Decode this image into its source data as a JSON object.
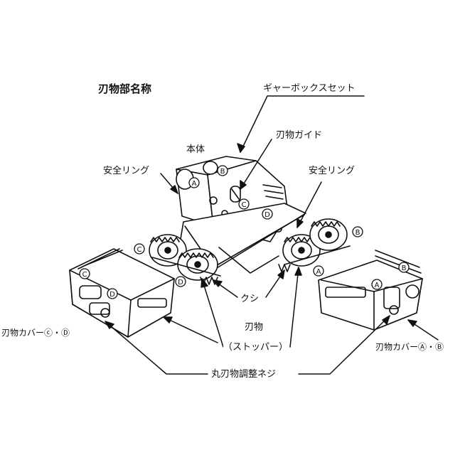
{
  "title": "刃物部名称",
  "labels": {
    "gearbox_set": "ギャーボックスセット",
    "body": "本体",
    "blade_guide": "刃物ガイド",
    "safety_ring_left": "安全リング",
    "safety_ring_right": "安全リング",
    "comb": "クシ",
    "blade": "刃物",
    "stopper": "（ストッパー）",
    "blade_cover_cd": "刃物カバーⓒ・Ⓓ",
    "blade_cover_ab": "刃物カバーⒶ・Ⓑ",
    "adjust_screw": "丸刃物調整ネジ"
  },
  "part_markers": {
    "a": "A",
    "b": "B",
    "c": "C",
    "d": "D"
  }
}
